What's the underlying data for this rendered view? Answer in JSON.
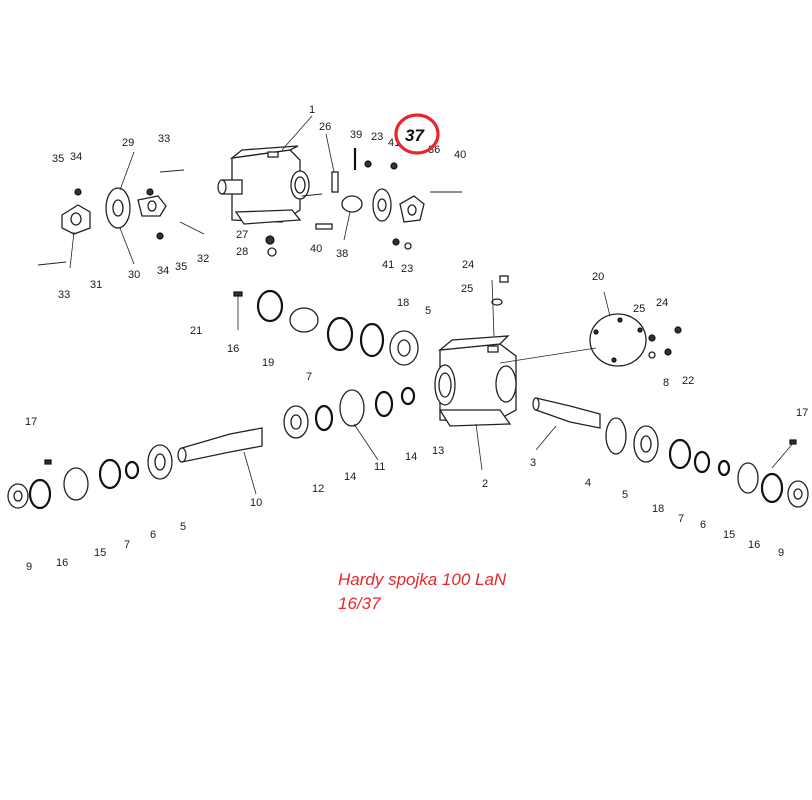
{
  "caption": {
    "line1": "Hardy spojka 100 LaN",
    "line2": "16/37"
  },
  "highlight": {
    "label": "37",
    "color": "#e8262b"
  },
  "part_labels": [
    "1",
    "26",
    "39",
    "23",
    "41",
    "36",
    "40",
    "29",
    "33",
    "35",
    "34",
    "27",
    "28",
    "40",
    "38",
    "41",
    "23",
    "31",
    "30",
    "34",
    "35",
    "32",
    "33",
    "24",
    "25",
    "20",
    "25",
    "24",
    "8",
    "22",
    "21",
    "16",
    "19",
    "7",
    "18",
    "5",
    "2",
    "3",
    "17",
    "9",
    "16",
    "15",
    "7",
    "6",
    "5",
    "10",
    "12",
    "14",
    "11",
    "14",
    "13",
    "4",
    "5",
    "18",
    "7",
    "6",
    "15",
    "16",
    "9",
    "17"
  ]
}
